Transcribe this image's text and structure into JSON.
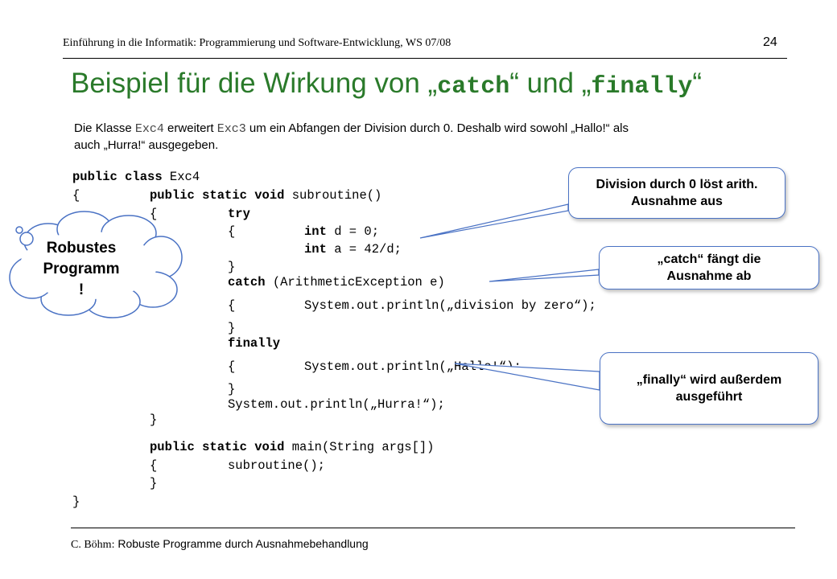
{
  "header": {
    "course": "Einführung in die Informatik: Programmierung und Software-Entwicklung, WS 07/08",
    "page_number": "24"
  },
  "title": {
    "prefix": "Beispiel für die Wirkung von ",
    "q1_open": "„",
    "kw1": "catch",
    "q1_close": "“",
    "middle": " und ",
    "q2_open": "„",
    "kw2": "finally",
    "q2_close": "“"
  },
  "intro": {
    "t1": "Die Klasse ",
    "c1": "Exc4",
    "t2": " erweitert ",
    "c2": "Exc3",
    "t3": "  um ein Abfangen der Division durch 0. Deshalb wird sowohl „Hallo!“ als",
    "t4": "auch „Hurra!“ ausgegeben."
  },
  "code": {
    "l1_kw": "public class",
    "l1_rest": " Exc4",
    "l2_brace": "{",
    "l2_kw": "public static void",
    "l2_rest": " subroutine()",
    "l3_brace": "{",
    "l3_kw": "try",
    "l4_brace": "{",
    "l4_kw": "int",
    "l4_rest": " d = 0;",
    "l5_kw": "int",
    "l5_rest": " a = 42/d;",
    "l6": "}",
    "l7_kw": "catch",
    "l7_rest": " (ArithmeticException e)",
    "l8_brace": "{",
    "l8_rest": "System.out.println(„division by zero“);",
    "l9": "}",
    "l10_kw": "finally",
    "l11_brace": "{",
    "l11_rest": "System.out.println(„Hallo!“);",
    "l12": "}",
    "l13": "System.out.println(„Hurra!“);",
    "l14": "}",
    "l15_kw": "public static void",
    "l15_rest": " main(String args[])",
    "l16_brace": "{",
    "l16_rest": "subroutine();",
    "l17": "}",
    "l18": "}"
  },
  "callouts": {
    "c1_line1": "Division durch 0 löst arith.",
    "c1_line2": "Ausnahme aus",
    "c2_line1": "„catch“ fängt die",
    "c2_line2": "Ausnahme ab",
    "c3_line1": "„finally“ wird außerdem",
    "c3_line2": "ausgeführt"
  },
  "cloud": {
    "line1": "Robustes",
    "line2": "Programm",
    "line3": "!"
  },
  "footer": {
    "author": "C. Böhm:",
    "topic": " Robuste Programme durch Ausnahmebehandlung"
  },
  "colors": {
    "title": "#2a7a2a",
    "callout_border": "#4a72c4",
    "cloud_border": "#4a72c4"
  }
}
